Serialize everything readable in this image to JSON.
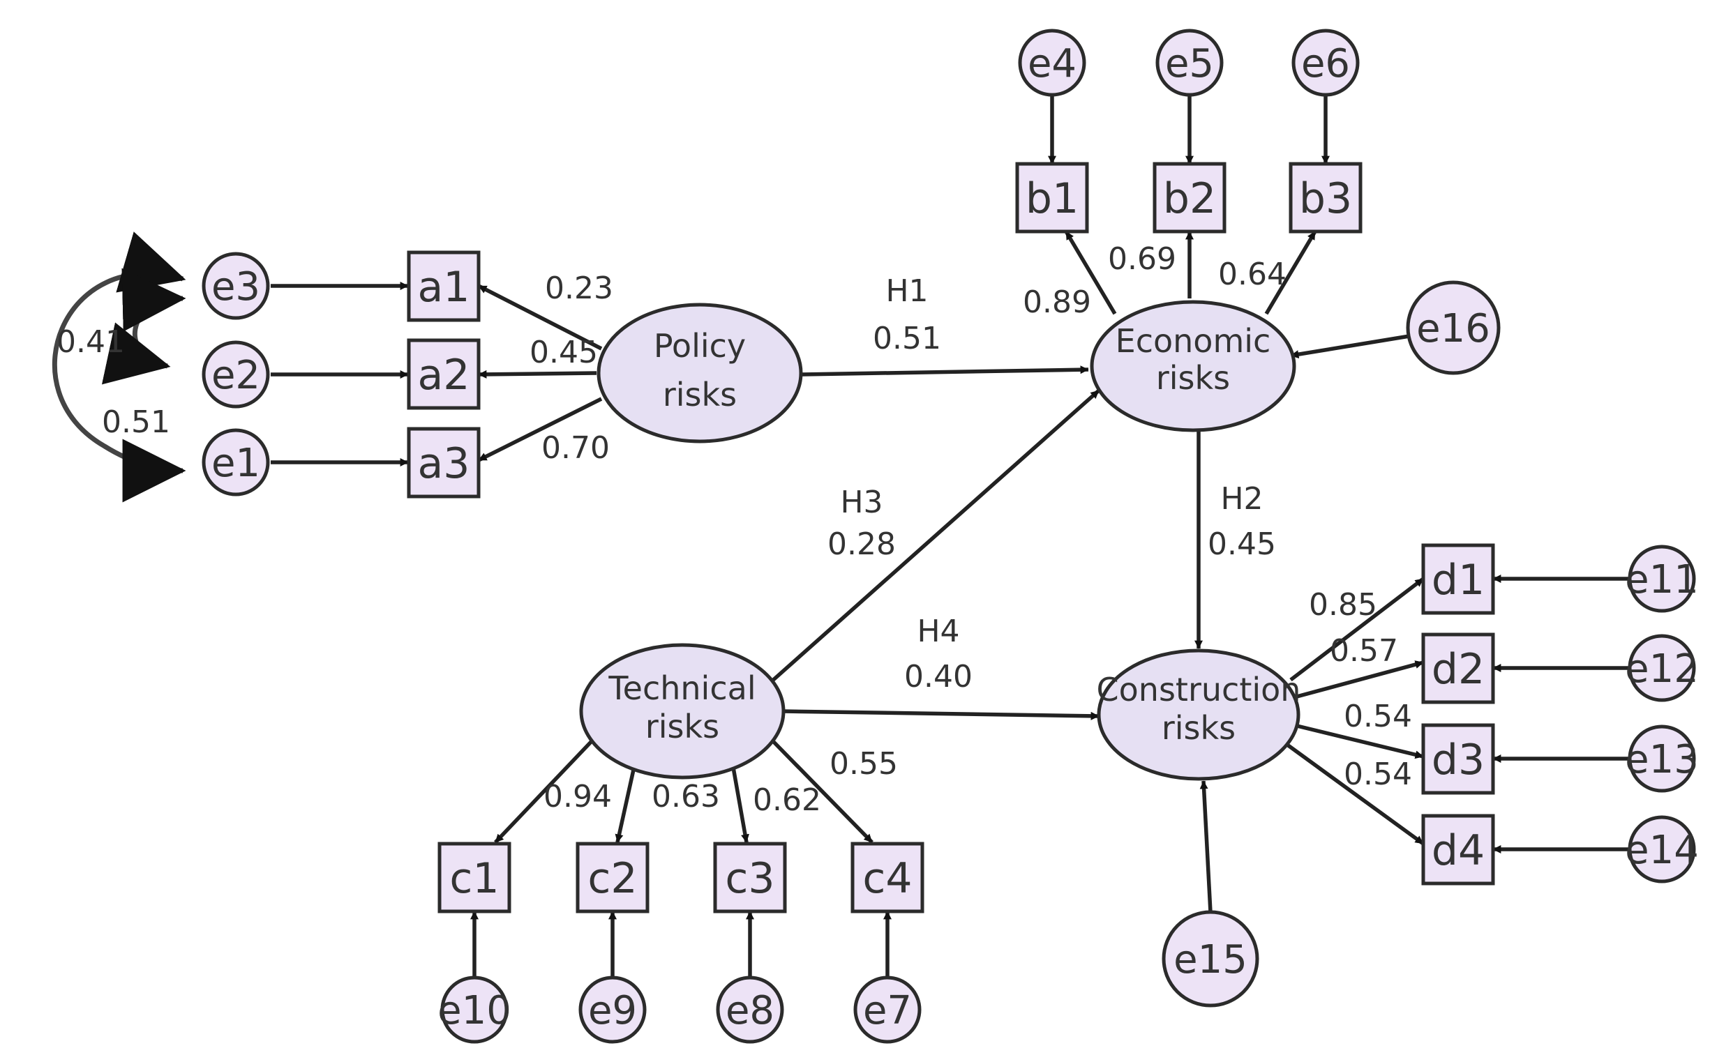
{
  "latent_variables": {
    "policy": [
      "Policy",
      "risks"
    ],
    "economic": [
      "Economic",
      "risks"
    ],
    "technical": [
      "Technical",
      "risks"
    ],
    "construction": [
      "Construction",
      "risks"
    ]
  },
  "observed": {
    "a1": "a1",
    "a2": "a2",
    "a3": "a3",
    "b1": "b1",
    "b2": "b2",
    "b3": "b3",
    "c1": "c1",
    "c2": "c2",
    "c3": "c3",
    "c4": "c4",
    "d1": "d1",
    "d2": "d2",
    "d3": "d3",
    "d4": "d4"
  },
  "errors": {
    "e1": "e1",
    "e2": "e2",
    "e3": "e3",
    "e4": "e4",
    "e5": "e5",
    "e6": "e6",
    "e7": "e7",
    "e8": "e8",
    "e9": "e9",
    "e10": "e10",
    "e11": "e11",
    "e12": "e12",
    "e13": "e13",
    "e14": "e14",
    "e15": "e15",
    "e16": "e16"
  },
  "structural_paths": {
    "H1": {
      "label": "H1",
      "value": "0.51",
      "from": "Policy risks",
      "to": "Economic risks"
    },
    "H2": {
      "label": "H2",
      "value": "0.45",
      "from": "Economic risks",
      "to": "Construction risks"
    },
    "H3": {
      "label": "H3",
      "value": "0.28",
      "from": "Technical risks",
      "to": "Economic risks"
    },
    "H4": {
      "label": "H4",
      "value": "0.40",
      "from": "Technical risks",
      "to": "Construction risks"
    }
  },
  "loadings": {
    "a1": "0.23",
    "a2": "0.45",
    "a3": "0.70",
    "b1": "0.89",
    "b2": "0.69",
    "b3": "0.64",
    "c1": "0.94",
    "c2": "0.63",
    "c3": "0.62",
    "c4": "0.55",
    "d1": "0.85",
    "d2": "0.57",
    "d3": "0.54",
    "d4": "0.54"
  },
  "covariances": {
    "e3_e2": "0.41",
    "e3_e1": "0.51"
  },
  "colors": {
    "node_fill": "#e6e0f3",
    "stroke": "#2b2b2b"
  }
}
